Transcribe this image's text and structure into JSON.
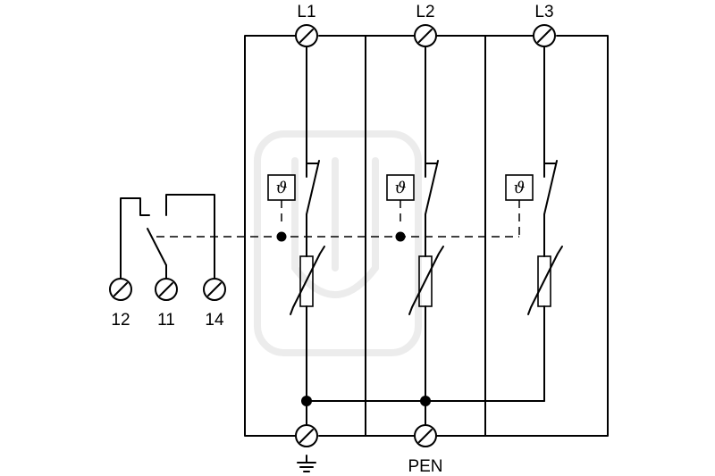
{
  "labels": {
    "l1": "L1",
    "l2": "L2",
    "l3": "L3",
    "t12": "12",
    "t11": "11",
    "t14": "14",
    "pen": "PEN"
  },
  "thermal_symbol": "ϑ",
  "colors": {
    "line": "#000000",
    "background": "#ffffff",
    "watermark": "#ececec"
  },
  "icons": {
    "terminal": "screw-terminal-icon",
    "ground": "ground-icon",
    "varistor": "varistor-icon",
    "thermal_disconnector": "thermal-disconnector-icon"
  }
}
